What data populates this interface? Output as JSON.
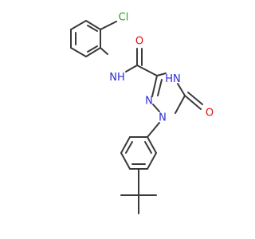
{
  "atoms": {
    "chlorine": {
      "symbol": "Cl"
    },
    "amide_nh": {
      "symbol": "N",
      "suffix": "H"
    },
    "carbonyl_o": {
      "symbol": "O"
    },
    "ring_nh": {
      "symbol": "N",
      "prefix": "H"
    },
    "ring_n2": {
      "symbol": "N"
    },
    "ring_n1": {
      "symbol": "N"
    },
    "ring_o": {
      "symbol": "O"
    }
  },
  "colors": {
    "bond": "#3a3a3a",
    "carbon": "#3a3a3a",
    "nitrogen": "#2b2bd8",
    "oxygen": "#e01010",
    "chlorine": "#1faa1f"
  }
}
